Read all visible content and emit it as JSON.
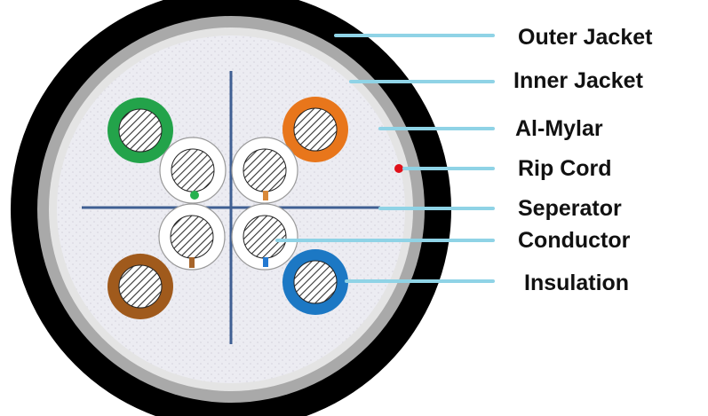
{
  "labels": {
    "outer_jacket": "Outer Jacket",
    "inner_jacket": "Inner Jacket",
    "al_mylar": "Al-Mylar",
    "rip_cord": "Rip Cord",
    "separator": "Seperator",
    "conductor": "Conductor",
    "insulation": "Insulation"
  },
  "colors": {
    "outer_jacket": "#000000",
    "inner_jacket": "#a9a9a9",
    "inner_jacket_edge": "#e8e8e8",
    "al_mylar": "#e9e7ee",
    "separator": "#3f5f93",
    "leader_line": "#8fd3e6",
    "rip_cord": "#e0101a",
    "green": "#23a34a",
    "orange": "#e8761b",
    "brown": "#a05a1c",
    "blue": "#1c78c4",
    "white_stripe_green": "#27b14f",
    "white_stripe_orange": "#d98838",
    "white_stripe_brown": "#a6642a",
    "white_stripe_blue": "#2379d1"
  },
  "wires": [
    {
      "name": "green",
      "color": "#23a34a"
    },
    {
      "name": "orange",
      "color": "#e8761b"
    },
    {
      "name": "brown",
      "color": "#a05a1c"
    },
    {
      "name": "blue",
      "color": "#1c78c4"
    },
    {
      "name": "white-green",
      "color": "#ffffff",
      "stripe": "#27b14f"
    },
    {
      "name": "white-orange",
      "color": "#ffffff",
      "stripe": "#d98838"
    },
    {
      "name": "white-brown",
      "color": "#ffffff",
      "stripe": "#a6642a"
    },
    {
      "name": "white-blue",
      "color": "#ffffff",
      "stripe": "#2379d1"
    }
  ]
}
